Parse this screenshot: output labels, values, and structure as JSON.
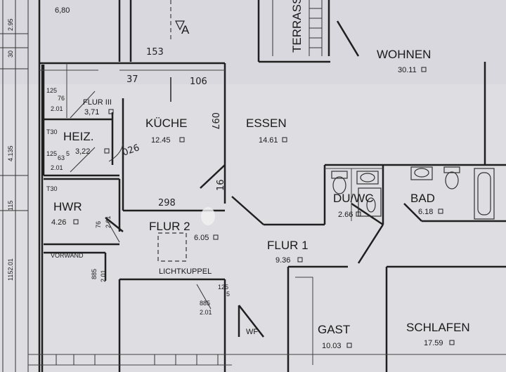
{
  "rooms": {
    "top_left_area": "6,80",
    "terrasse": "TERRASSE",
    "wohnen": {
      "name": "WOHNEN",
      "area": "30.11"
    },
    "flur3": {
      "name": "FLUR III",
      "area": "3,71"
    },
    "kueche": {
      "name": "KÜCHE",
      "area": "12.45"
    },
    "essen": {
      "name": "ESSEN",
      "area": "14.61"
    },
    "heiz": {
      "name": "HEIZ.",
      "area": "3,22"
    },
    "duwc": {
      "name": "DU/WC",
      "area": "2.66"
    },
    "bad": {
      "name": "BAD",
      "area": "6.18"
    },
    "hwr": {
      "name": "HWR",
      "area": "4.26"
    },
    "flur2": {
      "name": "FLUR 2",
      "area": "6.05"
    },
    "flur1": {
      "name": "FLUR 1",
      "area": "9.36"
    },
    "lichtkuppel": "LICHTKUPPEL",
    "vorwand": "VORWAND",
    "gast": {
      "name": "GAST",
      "area": "10.03"
    },
    "schlafen": {
      "name": "SCHLAFEN",
      "area": "17.59"
    },
    "wf": "WF"
  },
  "markers": {
    "section": "A",
    "t30_a": "T30",
    "t30_b": "T30"
  },
  "dimensions": {
    "d_295": "2.95",
    "d_30": "30",
    "d_4135": "4.135",
    "d_115": "115",
    "d_1152": "1152.01",
    "d_125_a": "125",
    "d_76": "76",
    "d_201_a": "2.01",
    "d_125_b": "125",
    "d_63": "63",
    "d_5": "5",
    "d_201_b": "2.01",
    "d_76_b": "76",
    "d_201_c": "2.01",
    "d_885_a": "885",
    "d_201_d": "2.01",
    "d_885_b": "885",
    "d_201_e": "2.01",
    "d_125_c": "125",
    "d_5_b": "5"
  },
  "handwritten": {
    "h153": "153",
    "h37": "37",
    "h106": "106",
    "h097": "097",
    "h298": "298",
    "h16": "16",
    "h026": "026"
  },
  "symbols": [
    "arrow-down-icon",
    "toilet-icon",
    "sink-icon",
    "bathtub-icon",
    "shower-icon",
    "skylight-icon"
  ]
}
